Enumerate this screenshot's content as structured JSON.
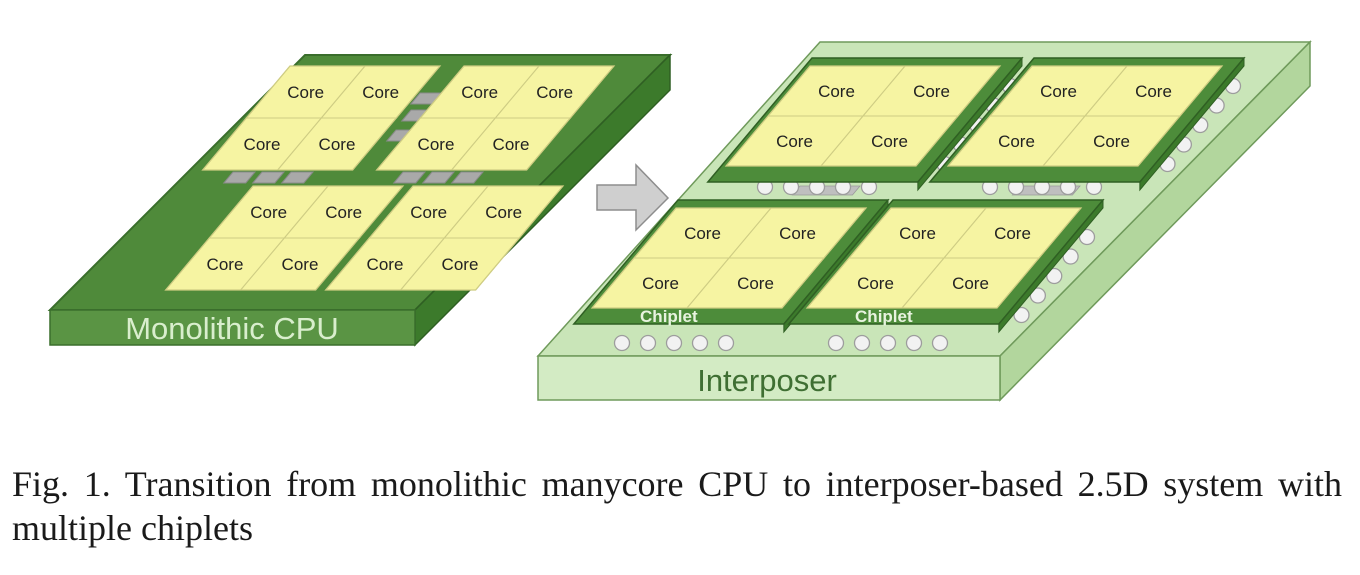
{
  "diagram": {
    "monolithic": {
      "label": "Monolithic CPU",
      "core_label": "Core"
    },
    "interposer": {
      "label": "Interposer",
      "chiplet_label": "Chiplet",
      "core_label": "Core"
    },
    "arrow": "transition-arrow"
  },
  "caption": {
    "text": "Fig. 1.  Transition from monolithic manycore CPU to interposer-based 2.5D system with multiple chiplets"
  },
  "colors": {
    "monolithic_top": "#4f8a3a",
    "monolithic_side": "#3f7a2e",
    "interposer_top": "#c9e5b8",
    "interposer_side": "#b5d9a2",
    "chiplet_frame": "#4d8c3a",
    "core_fill": "#f6f4a2",
    "bump": "#b0b0b0",
    "arrow": "#c8c8c8"
  }
}
